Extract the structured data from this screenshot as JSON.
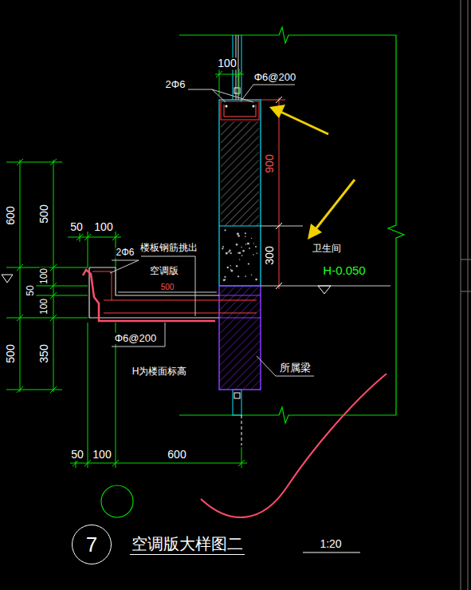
{
  "diagram": {
    "title": "空调版大样图二",
    "nodes": [
      {
        "text": [
          "7"
        ]
      }
    ],
    "labels": [
      "100",
      "2Φ6",
      "Φ6@200",
      "900",
      "300",
      "卫生间",
      "H-0.050",
      "600",
      "500",
      "100",
      "50",
      "100",
      "500",
      "350",
      "50",
      "100",
      "2Φ6",
      "楼板钢筋挑出",
      "空调版",
      "500",
      "Φ6@200",
      "H为楼面标高",
      "所属梁",
      "50",
      "100",
      "600",
      "1:20"
    ]
  }
}
